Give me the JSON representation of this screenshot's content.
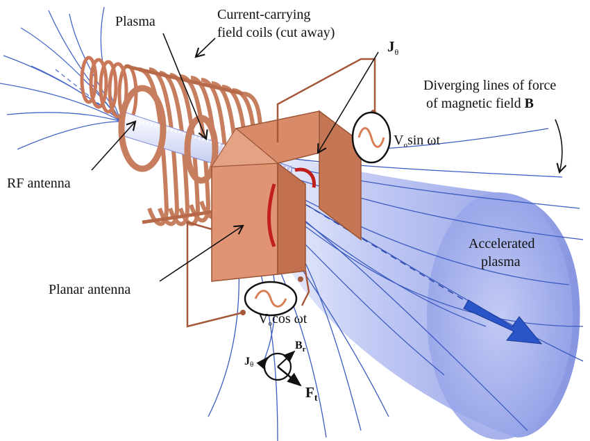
{
  "labels": {
    "plasma": "Plasma",
    "coils_line1": "Current-carrying",
    "coils_line2": "field coils (cut away)",
    "j_theta_main": "J",
    "theta_sub": "θ",
    "diverging_line1": "Diverging lines of force",
    "diverging_line2_prefix": "of magnetic field ",
    "diverging_line2_bold": "B",
    "rf_antenna": "RF antenna",
    "vsin_prefix": "V",
    "vsin_sub": "o",
    "vsin_suffix": "sin ωt",
    "accelerated_line1": "Accelerated",
    "accelerated_line2": "plasma",
    "planar_antenna": "Planar antenna",
    "vcos_prefix": "V",
    "vcos_sub": "o",
    "vcos_suffix": "cos ωt",
    "inset_j": "J",
    "inset_j_sub": "θ",
    "inset_b": "B",
    "inset_b_sub": "r",
    "inset_f": "F",
    "inset_f_sub": "t"
  },
  "colors": {
    "copper": "#d4896a",
    "copper_dark": "#a85a3c",
    "field_line": "#3f5fbf",
    "plume": "#8f9ee8",
    "arrow_blue": "#2a55c8",
    "j_arrow": "#c0201a"
  }
}
